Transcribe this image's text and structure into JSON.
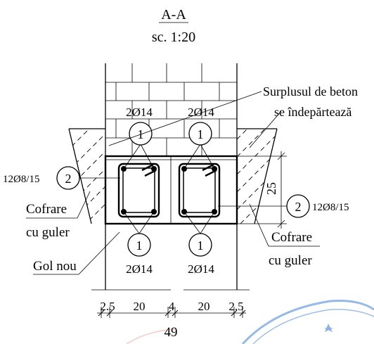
{
  "section": {
    "title": "A-A",
    "scale": "sc. 1:20"
  },
  "notes": {
    "surplus_line1": "Surplusul de beton",
    "surplus_line2": "se îndepărtează",
    "formwork_left_line1": "Cofrare",
    "formwork_left_line2": "cu guler",
    "formwork_right_line1": "Cofrare",
    "formwork_right_line2": "cu guler",
    "new_opening": "Gol nou"
  },
  "rebar_marks": {
    "top_left": {
      "number": "1",
      "label": "2Ø14"
    },
    "top_right": {
      "number": "1",
      "label": "2Ø14"
    },
    "bottom_left": {
      "number": "1",
      "label": "2Ø14"
    },
    "bottom_right": {
      "number": "1",
      "label": "2Ø14"
    },
    "stirrup_left": {
      "number": "2",
      "label": "12Ø8/15"
    },
    "stirrup_right": {
      "number": "2",
      "label": "12Ø8/15"
    }
  },
  "dimensions": {
    "height": "25",
    "segments": [
      "2.5",
      "20",
      "4",
      "20",
      "2.5"
    ],
    "total": "49"
  },
  "colors": {
    "line": "#000000",
    "stamp_blue": "#3f7fd0",
    "stamp_red": "#e05050"
  }
}
